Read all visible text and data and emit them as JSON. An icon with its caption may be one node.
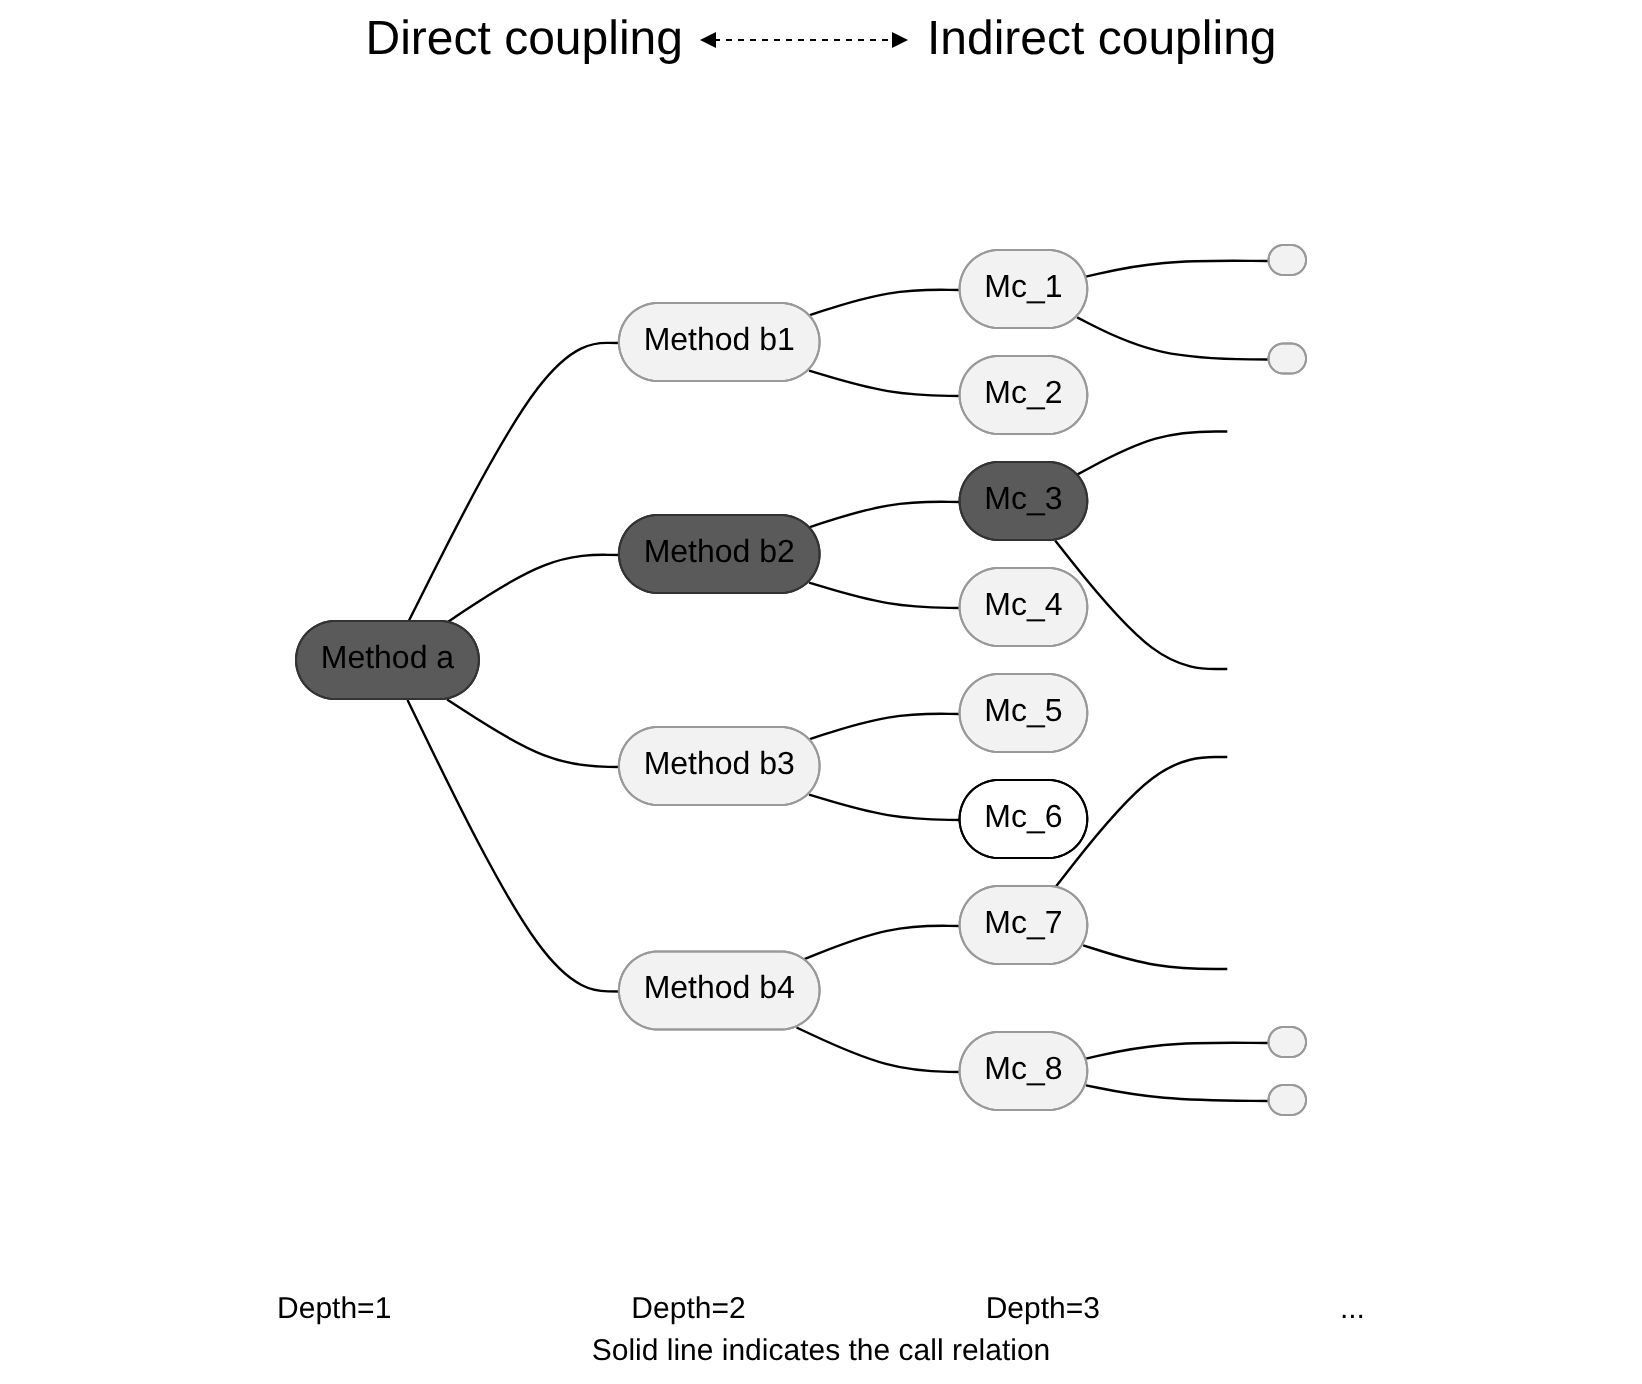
{
  "diagram": {
    "caption": "Solid line indicates the call relation",
    "nodes": [
      {
        "text": [
          "Method a"
        ]
      },
      {
        "text": [
          "Method b1"
        ]
      },
      {
        "text": [
          "Method b2"
        ]
      },
      {
        "text": [
          "Method b3"
        ]
      },
      {
        "text": [
          "Method b4"
        ]
      },
      {
        "text": [
          "Mc_1"
        ]
      },
      {
        "text": [
          "Mc_2"
        ]
      },
      {
        "text": [
          "Mc_3"
        ]
      },
      {
        "text": [
          "Mc_4"
        ]
      },
      {
        "text": [
          "Mc_5"
        ]
      },
      {
        "text": [
          "Mc_6"
        ]
      },
      {
        "text": [
          "Mc_7"
        ]
      },
      {
        "text": [
          "Mc_8"
        ]
      },
      {
        "text": [],
        "shape": "ellipse"
      },
      {
        "text": [],
        "shape": "ellipse"
      },
      {
        "text": [],
        "shape": "ellipse"
      },
      {
        "text": [],
        "shape": "ellipse"
      }
    ],
    "edges": [
      {
        "from": 0,
        "to": 1,
        "arrow": "none"
      },
      {
        "from": 0,
        "to": 2,
        "arrow": "none"
      },
      {
        "from": 0,
        "to": 3,
        "arrow": "none"
      },
      {
        "from": 0,
        "to": 4,
        "arrow": "none"
      },
      {
        "from": 1,
        "to": 5,
        "arrow": "none"
      },
      {
        "from": 1,
        "to": 6,
        "arrow": "none"
      },
      {
        "from": 2,
        "to": 7,
        "arrow": "none"
      },
      {
        "from": 2,
        "to": 8,
        "arrow": "none"
      },
      {
        "from": 3,
        "to": 9,
        "arrow": "none"
      },
      {
        "from": 3,
        "to": 10,
        "arrow": "none"
      },
      {
        "from": 4,
        "to": 11,
        "arrow": "none"
      },
      {
        "from": 4,
        "to": 12,
        "arrow": "none"
      },
      {
        "from": 5,
        "to": 13,
        "arrow": "none"
      },
      {
        "from": 5,
        "to": 14,
        "arrow": "none"
      },
      {
        "from": 7,
        "to": null,
        "arrow": "none"
      },
      {
        "from": 7,
        "to": null,
        "arrow": "none"
      },
      {
        "from": 11,
        "to": null,
        "arrow": "none"
      },
      {
        "from": 11,
        "to": null,
        "arrow": "none"
      },
      {
        "from": 12,
        "to": 15,
        "arrow": "none"
      },
      {
        "from": 12,
        "to": 16,
        "arrow": "none"
      }
    ],
    "labels": [
      "Direct coupling",
      "Indirect coupling",
      "Depth=1",
      "Depth=2",
      "Depth=3",
      "..."
    ]
  }
}
